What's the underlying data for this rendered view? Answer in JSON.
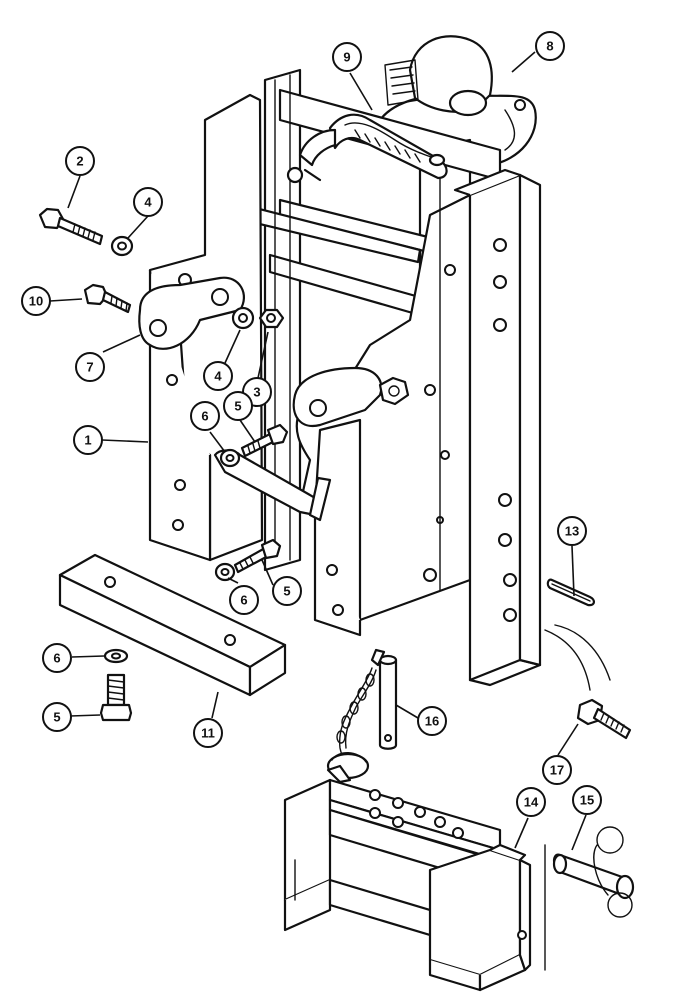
{
  "callouts": [
    {
      "id": "c1",
      "label": "1"
    },
    {
      "id": "c2",
      "label": "2"
    },
    {
      "id": "c3",
      "label": "3"
    },
    {
      "id": "c4a",
      "label": "4"
    },
    {
      "id": "c4b",
      "label": "4"
    },
    {
      "id": "c5a",
      "label": "5"
    },
    {
      "id": "c5b",
      "label": "5"
    },
    {
      "id": "c5c",
      "label": "5"
    },
    {
      "id": "c6a",
      "label": "6"
    },
    {
      "id": "c6b",
      "label": "6"
    },
    {
      "id": "c6c",
      "label": "6"
    },
    {
      "id": "c7",
      "label": "7"
    },
    {
      "id": "c8",
      "label": "8"
    },
    {
      "id": "c9",
      "label": "9"
    },
    {
      "id": "c10",
      "label": "10"
    },
    {
      "id": "c11",
      "label": "11"
    },
    {
      "id": "c13",
      "label": "13"
    },
    {
      "id": "c14",
      "label": "14"
    },
    {
      "id": "c15",
      "label": "15"
    },
    {
      "id": "c16",
      "label": "16"
    },
    {
      "id": "c17",
      "label": "17"
    }
  ]
}
